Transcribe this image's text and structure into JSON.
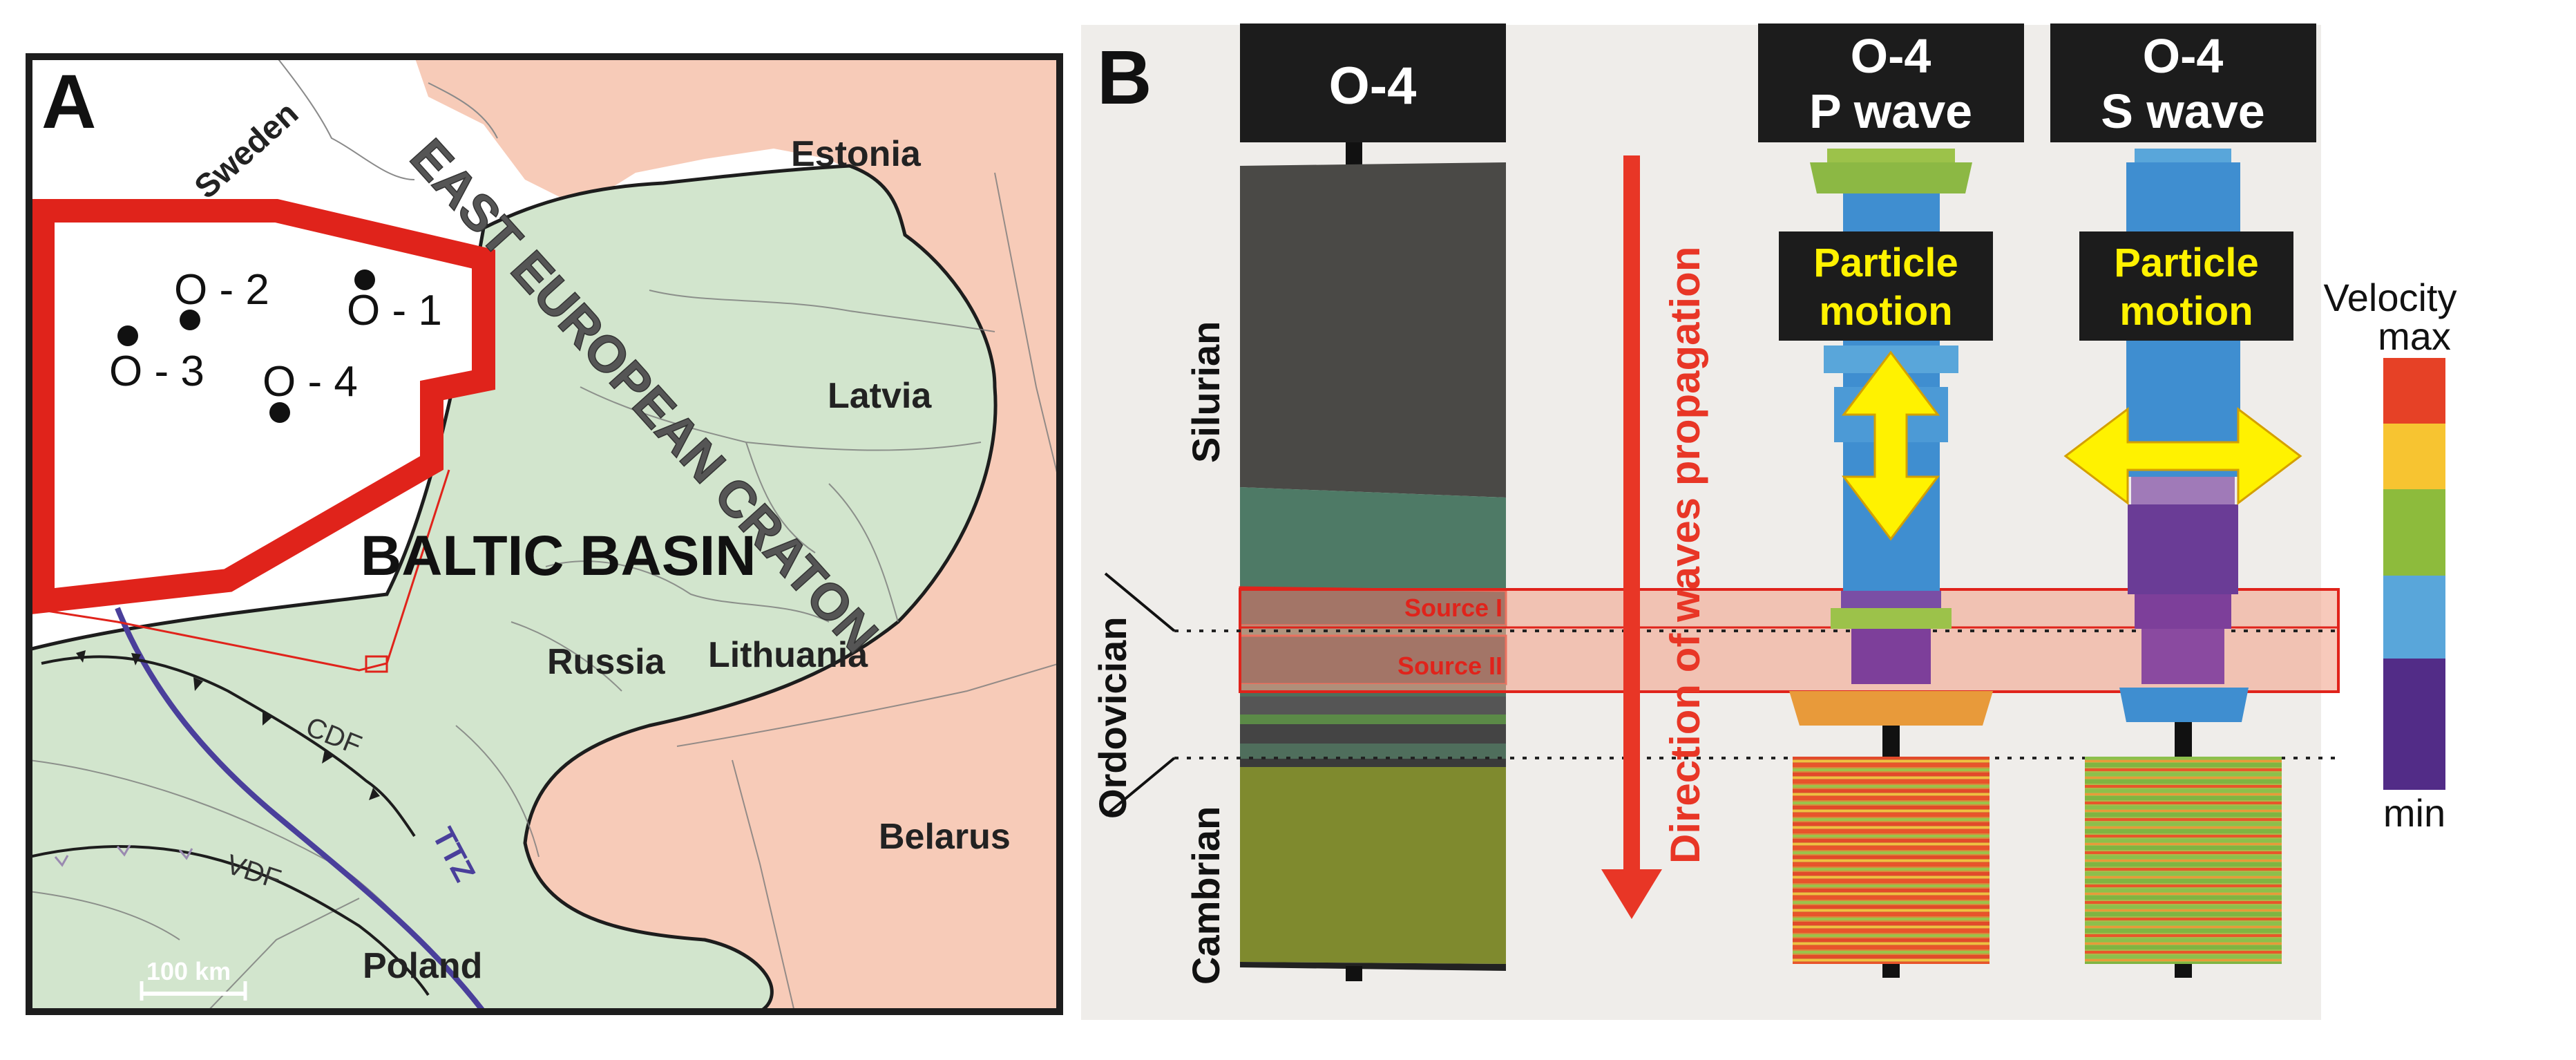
{
  "panel_a": {
    "letter": "A",
    "regions": {
      "sweden": "Sweden",
      "estonia": "Estonia",
      "latvia": "Latvia",
      "lithuania": "Lithuania",
      "russia": "Russia",
      "belarus": "Belarus",
      "poland": "Poland",
      "craton": "EAST EUROPEAN CRATON",
      "basin": "BALTIC BASIN"
    },
    "faults": {
      "cdf": "CDF",
      "vdf": "VDF",
      "ttz": "TTZ"
    },
    "scale_bar": "100 km",
    "wells": [
      {
        "id": "o1",
        "label": "O - 1"
      },
      {
        "id": "o2",
        "label": "O - 2"
      },
      {
        "id": "o3",
        "label": "O - 3"
      },
      {
        "id": "o4",
        "label": "O - 4"
      }
    ],
    "colors": {
      "craton": "#d2e5cd",
      "land": "#f7cbb8",
      "frame": "#e0231b",
      "ttz": "#4a3f9b"
    }
  },
  "panel_b": {
    "letter": "B",
    "headers": {
      "core": "O-4",
      "p_title": "O-4",
      "p_sub": "P wave",
      "s_title": "O-4",
      "s_sub": "S wave"
    },
    "particle_motion": {
      "line1": "Particle",
      "line2": "motion"
    },
    "arrow_label": "Direction of waves propagation",
    "strata": {
      "silurian": "Silurian",
      "ordovician": "Ordovician",
      "cambrian": "Cambrian"
    },
    "sources": {
      "source1": "Source I",
      "source2": "Source II"
    },
    "velocity_legend": {
      "title": "Velocity",
      "max": "max",
      "min": "min",
      "colors": [
        "#e64126",
        "#f7c431",
        "#8dbb3c",
        "#59a6da",
        "#522c87"
      ]
    },
    "colors": {
      "background": "#efedea",
      "arrow": "#e83626",
      "label_box": "#1c1c1c",
      "motion_text": "#fff200"
    }
  }
}
